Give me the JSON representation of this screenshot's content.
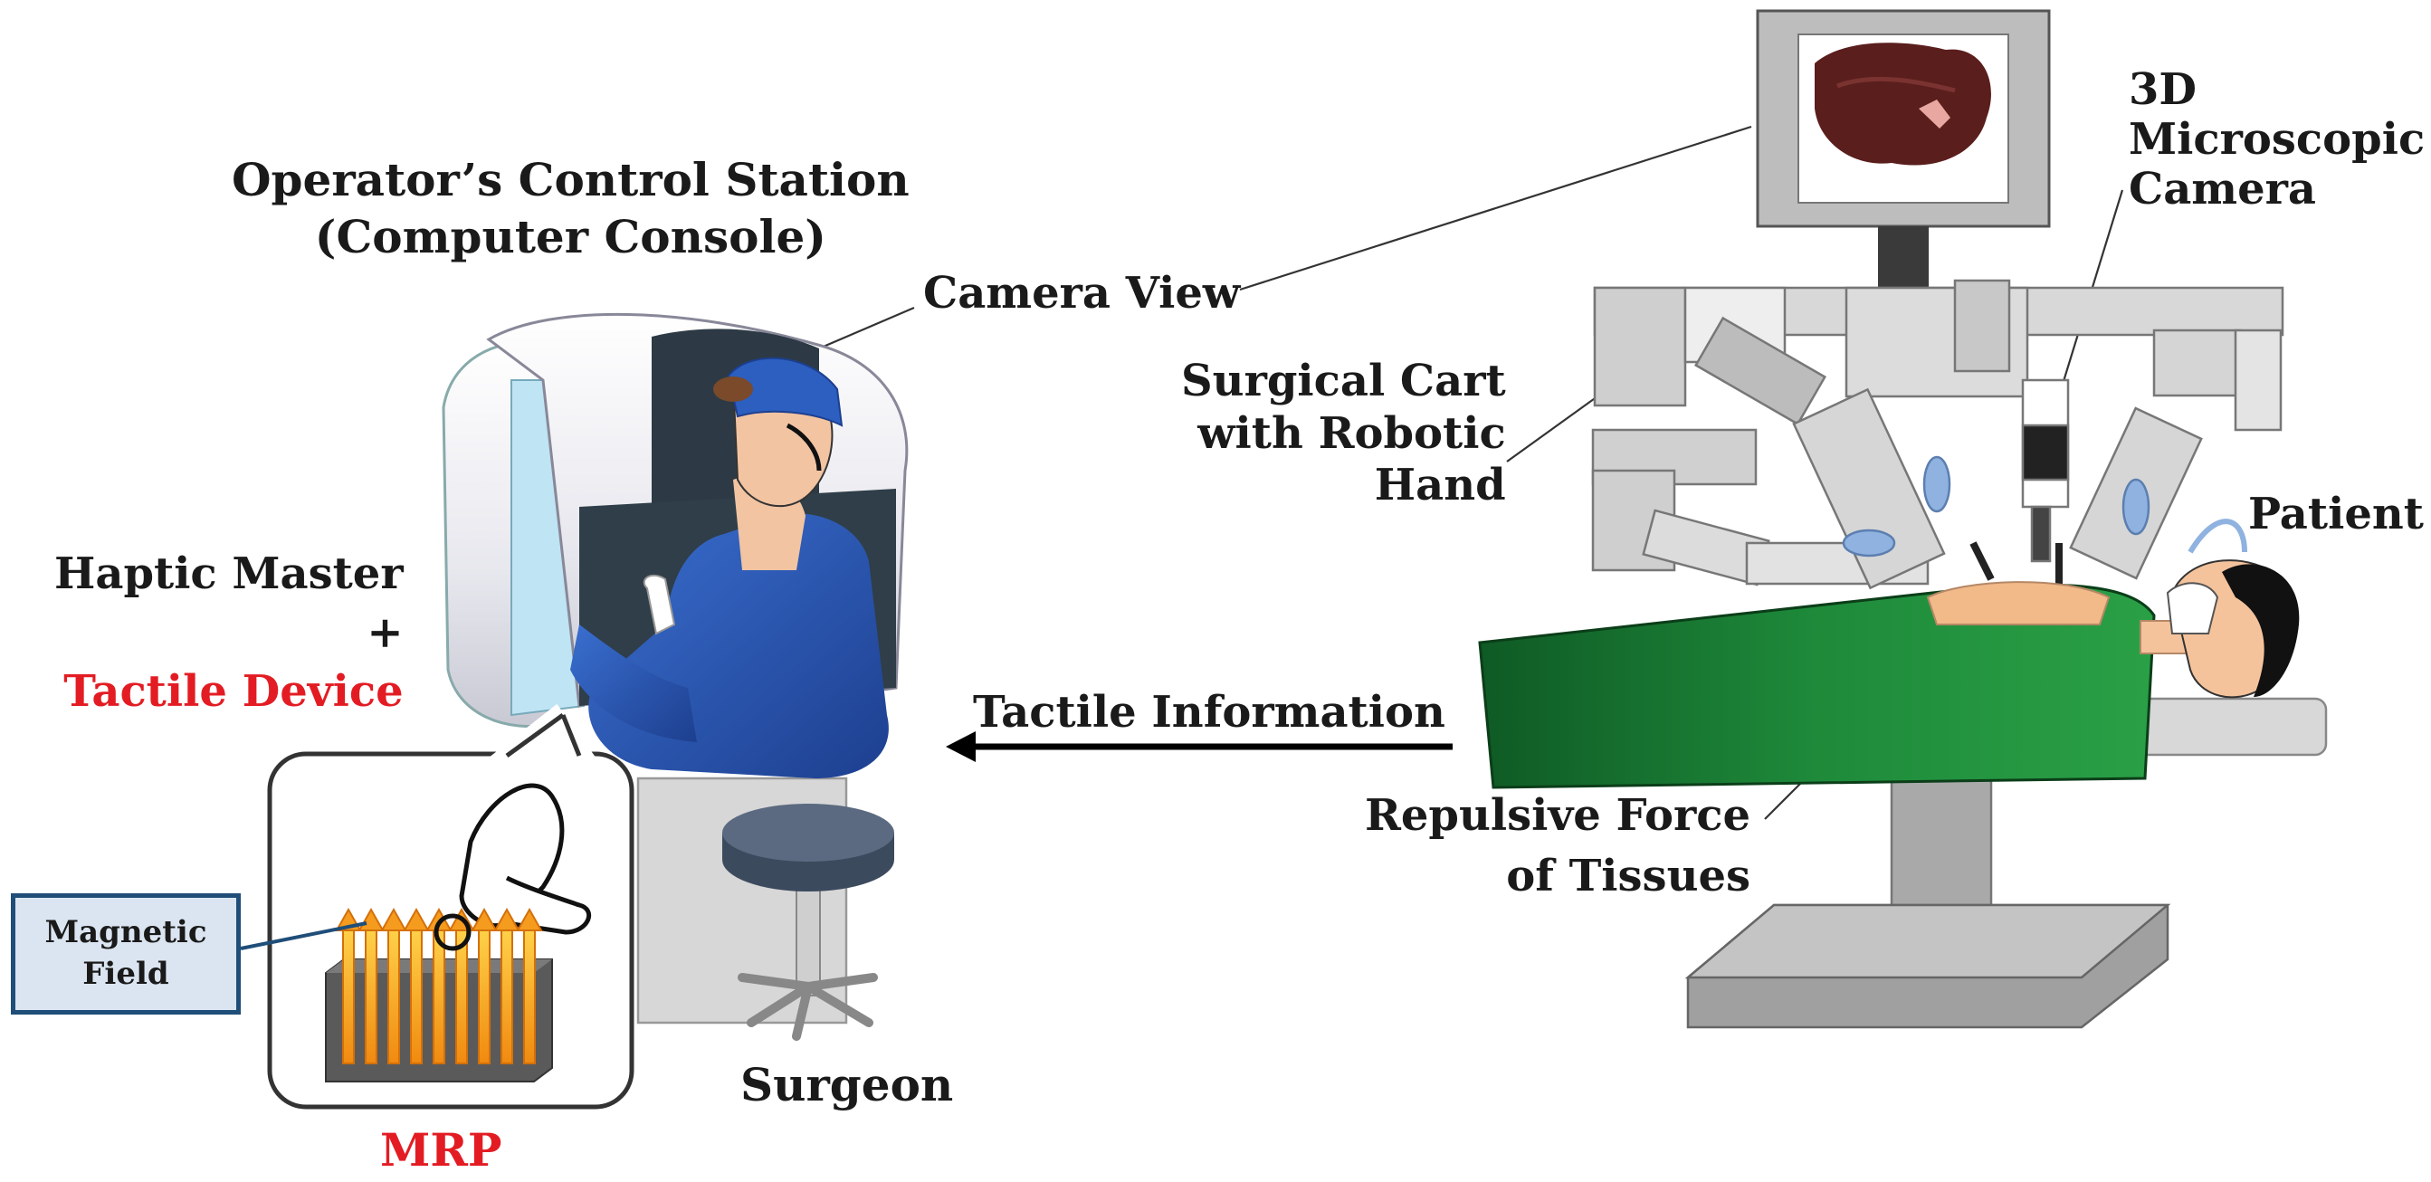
{
  "labels": {
    "control_station": [
      "Operator’s Control Station",
      "(Computer Console)"
    ],
    "camera_view": "Camera View",
    "microscopic_camera": [
      "3D",
      "Microscopic",
      "Camera"
    ],
    "surgical_cart": [
      "Surgical Cart",
      "with Robotic",
      "Hand"
    ],
    "patient": "Patient",
    "haptic_master": "Haptic Master",
    "plus": "+",
    "tactile_device": "Tactile Device",
    "tactile_information": "Tactile Information",
    "repulsive_force": [
      "Repulsive Force",
      "of Tissues"
    ],
    "magnetic_field": [
      "Magnetic",
      "Field"
    ],
    "surgeon": "Surgeon",
    "mrp": "MRP"
  },
  "colors": {
    "highlight_red": "#e31c23",
    "scrub_blue": "#2f5fbf",
    "drape_green": "#1e8a3a",
    "robot_gray": "#d6d6d6",
    "field_orange": "#f59b1e",
    "box_fill": "#dbe5f1",
    "box_border": "#1f4e79"
  }
}
